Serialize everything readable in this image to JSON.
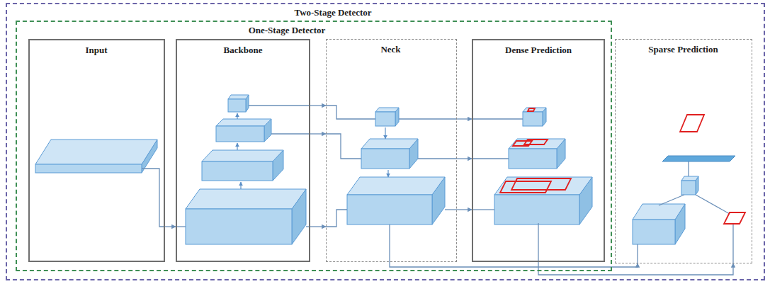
{
  "diagram": {
    "nodes": [
      {
        "text": [
          "Two-Stage Detector"
        ]
      },
      {
        "text": [
          "One-Stage Detector"
        ],
        "in": 0
      },
      {
        "text": [
          "Input"
        ],
        "in": 1
      },
      {
        "text": [
          "Backbone"
        ],
        "in": 1
      },
      {
        "text": [
          "Neck"
        ],
        "in": 1
      },
      {
        "text": [
          "Dense Prediction"
        ],
        "in": 1
      },
      {
        "text": [
          "Sparse Prediction"
        ],
        "in": 0
      }
    ],
    "edges": [
      {
        "from": 2,
        "to": 3,
        "arrow": "to"
      },
      {
        "from": 3,
        "to": 4,
        "arrow": "to"
      },
      {
        "from": 3,
        "to": 4,
        "arrow": "to"
      },
      {
        "from": 3,
        "to": 4,
        "arrow": "to"
      },
      {
        "from": 4,
        "to": 5,
        "arrow": "to"
      },
      {
        "from": 4,
        "to": 5,
        "arrow": "to"
      },
      {
        "from": 4,
        "to": 5,
        "arrow": "to"
      },
      {
        "from": 4,
        "to": 6,
        "arrow": "to"
      },
      {
        "from": 5,
        "to": 6,
        "arrow": "to"
      }
    ]
  }
}
